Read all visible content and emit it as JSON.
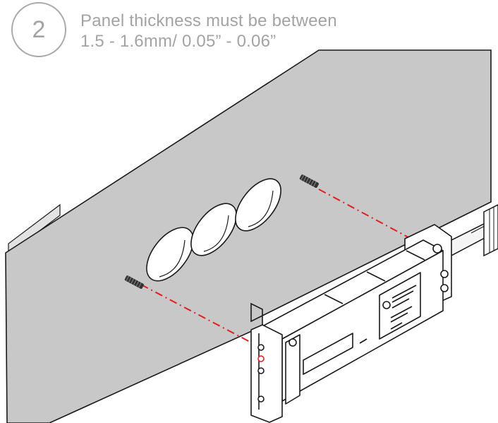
{
  "step": {
    "number": "2",
    "line1": "Panel thickness must be between",
    "line2": "1.5 - 1.6mm/ 0.05” - 0.06”"
  },
  "colors": {
    "panel": "#c8c8c8",
    "ink": "#1a1a1a",
    "text": "#a3a3a3",
    "guide": "#e02020"
  },
  "icons": [
    "panel-hole-icon",
    "threaded-stud-icon",
    "connector-module-icon",
    "cable-icon"
  ]
}
